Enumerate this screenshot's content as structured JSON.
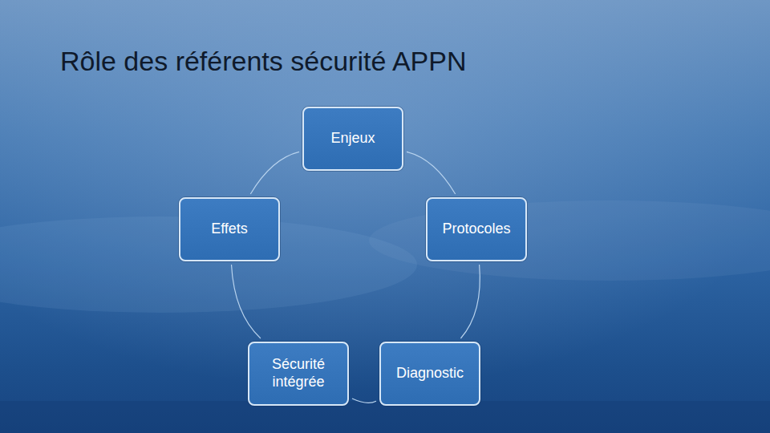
{
  "diagram": {
    "title": "Rôle des référents sécurité APPN",
    "nodes": [
      {
        "text": [
          "Enjeux"
        ]
      },
      {
        "text": [
          "Effets"
        ]
      },
      {
        "text": [
          "Protocoles"
        ]
      },
      {
        "text": [
          "Sécurité intégrée"
        ]
      },
      {
        "text": [
          "Diagnostic"
        ]
      }
    ],
    "edges": [
      {
        "from": 0,
        "to": 2,
        "arrow": "none"
      },
      {
        "from": 2,
        "to": 4,
        "arrow": "none"
      },
      {
        "from": 4,
        "to": 3,
        "arrow": "none"
      },
      {
        "from": 3,
        "to": 1,
        "arrow": "none"
      },
      {
        "from": 1,
        "to": 0,
        "arrow": "none"
      }
    ]
  }
}
